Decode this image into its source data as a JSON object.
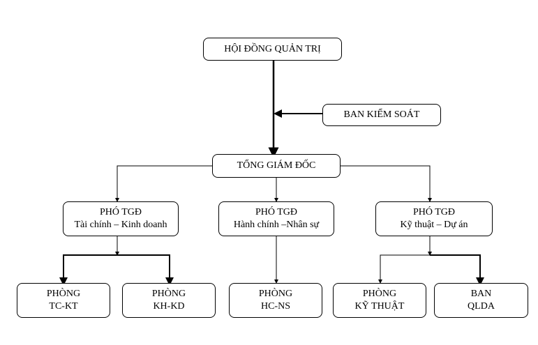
{
  "diagram": {
    "type": "org-chart",
    "nodes": {
      "board": {
        "lines": [
          "HỘI ĐỒNG QUẢN TRỊ"
        ]
      },
      "supervisory": {
        "lines": [
          "BAN KIỂM SOÁT"
        ]
      },
      "ceo": {
        "lines": [
          "TỔNG GIÁM ĐỐC"
        ]
      },
      "vp_finance": {
        "lines": [
          "PHÓ TGĐ",
          "Tài chính – Kinh doanh"
        ]
      },
      "vp_admin": {
        "lines": [
          "PHÓ TGĐ",
          "Hành chính –Nhân sự"
        ]
      },
      "vp_tech": {
        "lines": [
          "PHÓ TGĐ",
          "Kỹ thuật – Dự án"
        ]
      },
      "dept_tckt": {
        "lines": [
          "PHÒNG",
          "TC-KT"
        ]
      },
      "dept_khkd": {
        "lines": [
          "PHÒNG",
          "KH-KD"
        ]
      },
      "dept_hcns": {
        "lines": [
          "PHÒNG",
          "HC-NS"
        ]
      },
      "dept_kythuat": {
        "lines": [
          "PHÒNG",
          "KỸ THUẬT"
        ]
      },
      "dept_qlda": {
        "lines": [
          "BAN",
          "QLDA"
        ]
      }
    },
    "edges": [
      [
        "board",
        "ceo"
      ],
      [
        "supervisory",
        "board-ceo-line"
      ],
      [
        "ceo",
        "vp_finance"
      ],
      [
        "ceo",
        "vp_admin"
      ],
      [
        "ceo",
        "vp_tech"
      ],
      [
        "vp_finance",
        "dept_tckt"
      ],
      [
        "vp_finance",
        "dept_khkd"
      ],
      [
        "vp_admin",
        "dept_hcns"
      ],
      [
        "vp_tech",
        "dept_kythuat"
      ],
      [
        "vp_tech",
        "dept_qlda"
      ]
    ]
  }
}
